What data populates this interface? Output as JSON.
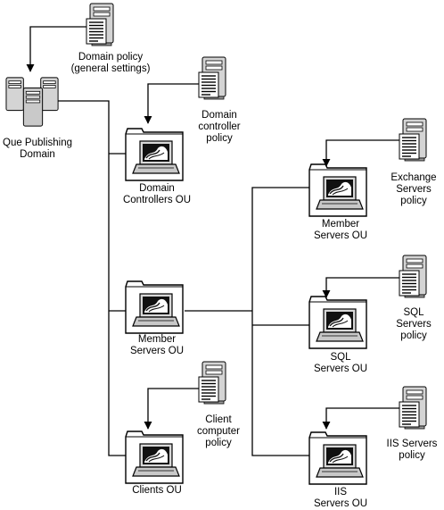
{
  "domain": {
    "lines": [
      "Que Publishing",
      "Domain"
    ]
  },
  "domain_policy": {
    "lines": [
      "Domain policy",
      "(general settings)"
    ]
  },
  "dc_policy": {
    "lines": [
      "Domain",
      "controller",
      "policy"
    ]
  },
  "dc_ou": {
    "lines": [
      "Domain",
      "Controllers OU"
    ]
  },
  "member_ou": {
    "lines": [
      "Member",
      "Servers OU"
    ]
  },
  "member_ou_right": {
    "lines": [
      "Member",
      "Servers OU"
    ]
  },
  "clients_ou": {
    "lines": [
      "Clients OU"
    ]
  },
  "client_policy": {
    "lines": [
      "Client",
      "computer",
      "policy"
    ]
  },
  "exchange_policy": {
    "lines": [
      "Exchange",
      "Servers",
      "policy"
    ]
  },
  "sql_ou": {
    "lines": [
      "SQL",
      "Servers OU"
    ]
  },
  "sql_policy": {
    "lines": [
      "SQL",
      "Servers",
      "policy"
    ]
  },
  "iis_ou": {
    "lines": [
      "IIS",
      "Servers OU"
    ]
  },
  "iis_policy": {
    "lines": [
      "IIS Servers",
      "policy"
    ]
  }
}
